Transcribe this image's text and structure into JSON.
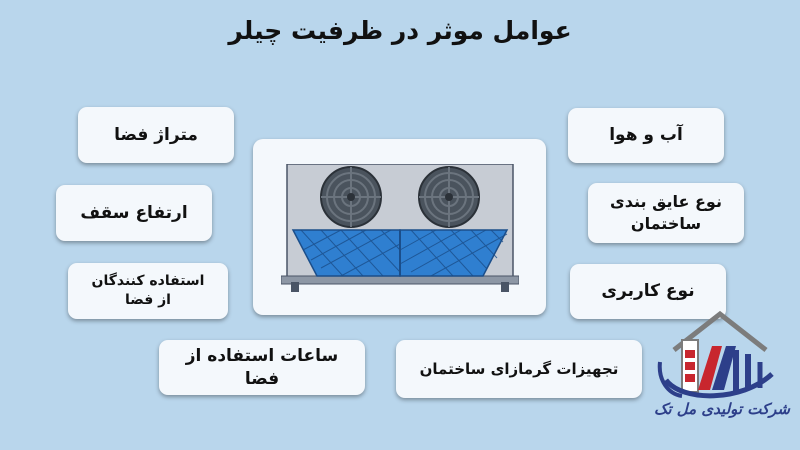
{
  "title": "عوامل موثر در ظرفیت چیلر",
  "factors": {
    "area": "متراژ فضا",
    "ceiling_height": "ارتفاع سقف",
    "occupants_line1": "استفاده کنندگان",
    "occupants_line2": "از فضا",
    "usage_hours": "ساعات  استفاده از فضا",
    "climate": "آب و هوا",
    "insulation_line1": "نوع عایق بندی",
    "insulation_line2": "ساختمان",
    "usage_type": "نوع کاربری",
    "heating_equipment": "تجهیزات گرمازای ساختمان"
  },
  "logo": {
    "company": "شرکت تولیدی مل تک",
    "colors": {
      "red": "#c8262e",
      "blue": "#2d3f8a",
      "gray": "#7c7c7c"
    }
  },
  "colors": {
    "background": "#b9d6ec",
    "card": "#f4f8fc",
    "chiller_blue": "#2f7fd0"
  },
  "icons": {
    "center": "chiller-icon",
    "logo": "company-logo-icon"
  }
}
